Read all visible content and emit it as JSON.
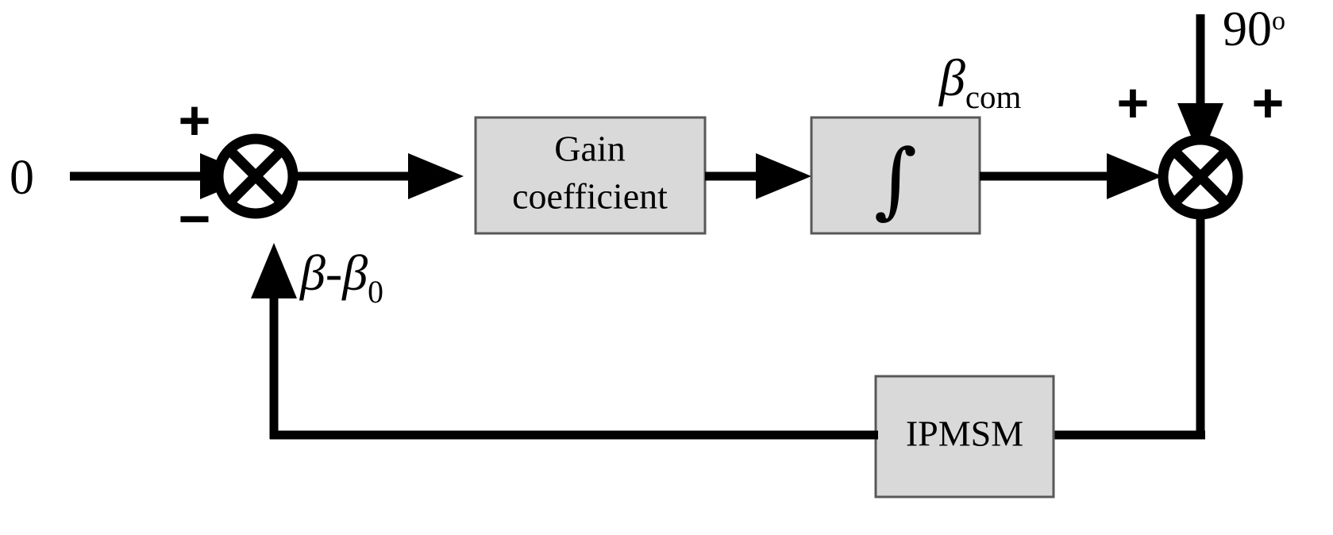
{
  "diagram": {
    "title": "IPMSM beta compensation control block diagram",
    "type": "control-block-diagram",
    "background_color": "#ffffff",
    "block_fill_color": "#d9d9d9",
    "block_border_color": "#585858",
    "line_color": "#000000"
  },
  "inputs": {
    "reference_label": "0",
    "offset_label": "90",
    "offset_unit": "o"
  },
  "blocks": [
    {
      "id": "gain",
      "line1": "Gain",
      "line2": "coefficient"
    },
    {
      "id": "integrator",
      "symbol": "∫"
    },
    {
      "id": "plant",
      "label": "IPMSM"
    }
  ],
  "summing_junctions": [
    {
      "id": "error-sum",
      "signs": {
        "top": "+",
        "bottom": "−"
      }
    },
    {
      "id": "output-sum",
      "signs": {
        "left": "+",
        "right": "+"
      }
    }
  ],
  "signal_labels": {
    "integrator_output": {
      "base": "β",
      "subscript": "com"
    },
    "feedback": {
      "first": "β",
      "operator": "-",
      "second": "β",
      "second_subscript": "0"
    }
  }
}
